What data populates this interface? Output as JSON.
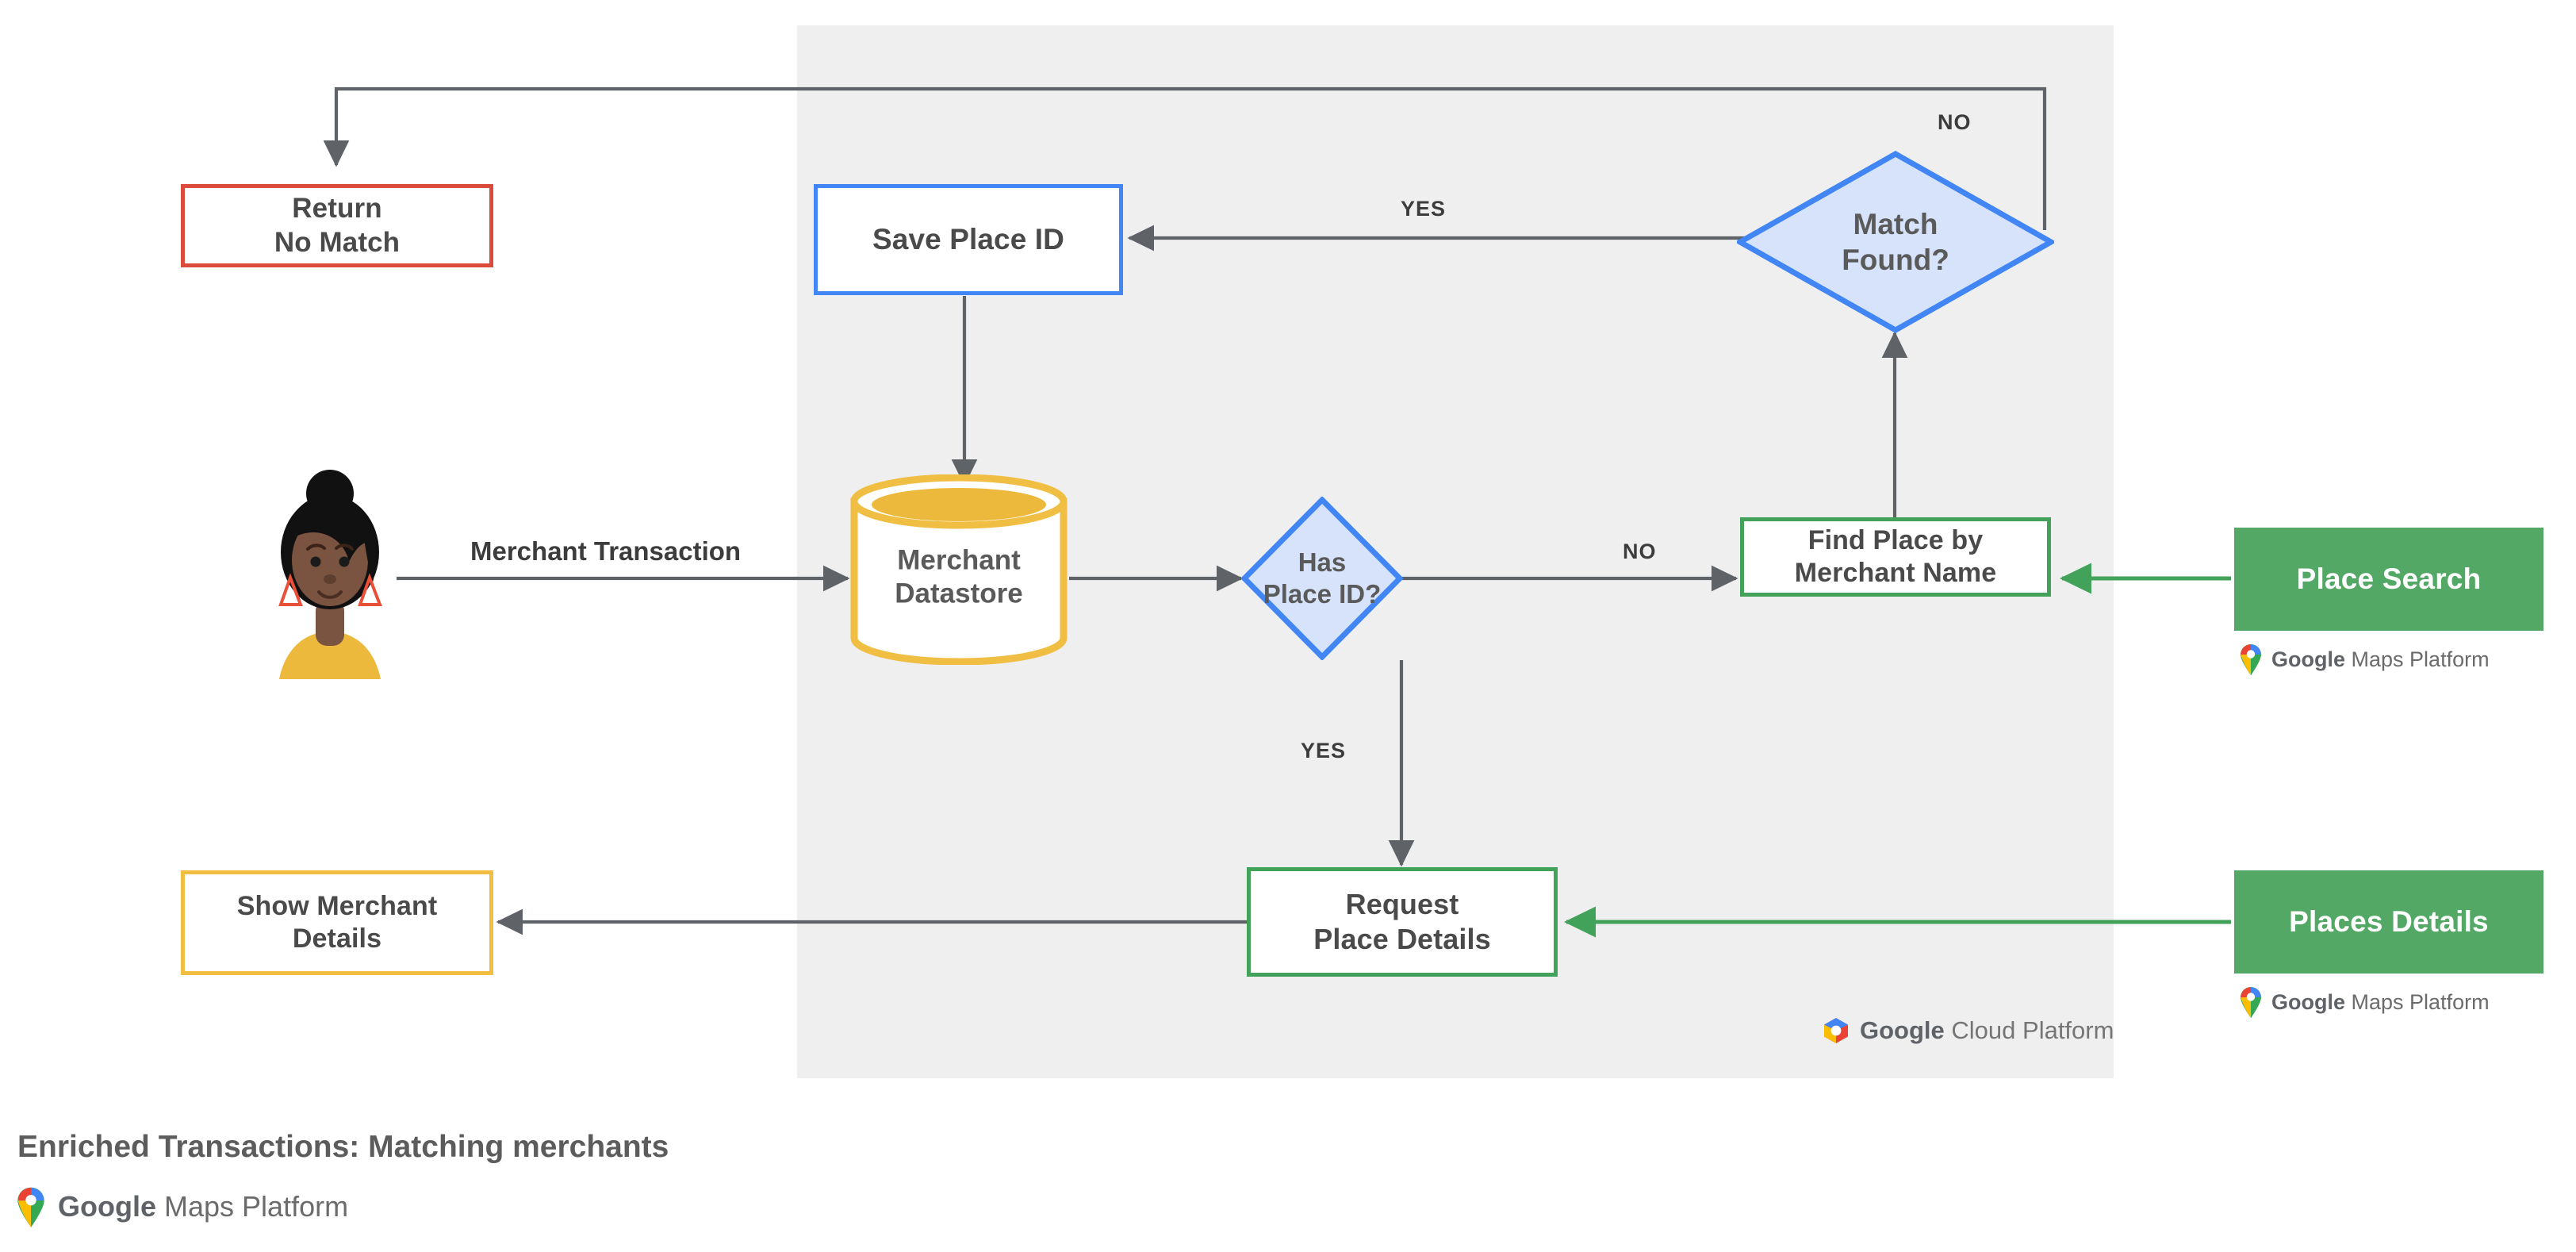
{
  "diagram": {
    "caption": "Enriched Transactions: Matching merchants",
    "panel_label": "Google Cloud Platform",
    "brand": {
      "google": "Google",
      "maps_platform": "Maps Platform",
      "cloud_platform": "Cloud Platform"
    },
    "colors": {
      "panel_bg": "#EFEFEF",
      "red": "#DB4B3C",
      "blue": "#4285F4",
      "blue_fill": "#D6E3FB",
      "green": "#42A25A",
      "green_btn": "#52A864",
      "yellow": "#F2BE42",
      "arrow": "#5f6368",
      "text": "#4a4a4a"
    },
    "nodes": [
      {
        "id": "return-no-match",
        "label": "Return\nNo Match",
        "line1": "Return",
        "line2": "No Match",
        "shape": "rect",
        "color": "red"
      },
      {
        "id": "save-place-id",
        "label": "Save Place ID",
        "line1": "Save Place ID",
        "line2": "",
        "shape": "rect",
        "color": "blue"
      },
      {
        "id": "match-found",
        "label": "Match\nFound?",
        "line1": "Match",
        "line2": "Found?",
        "shape": "diamond",
        "color": "blue"
      },
      {
        "id": "merchant-datastore",
        "label": "Merchant\nDatastore",
        "line1": "Merchant",
        "line2": "Datastore",
        "shape": "cylinder",
        "color": "yellow"
      },
      {
        "id": "has-place-id",
        "label": "Has\nPlace ID?",
        "line1": "Has",
        "line2": "Place ID?",
        "shape": "diamond",
        "color": "blue"
      },
      {
        "id": "find-place",
        "label": "Find Place by\nMerchant Name",
        "line1": "Find Place by",
        "line2": "Merchant Name",
        "shape": "rect",
        "color": "green"
      },
      {
        "id": "request-details",
        "label": "Request\nPlace Details",
        "line1": "Request",
        "line2": "Place Details",
        "shape": "rect",
        "color": "green"
      },
      {
        "id": "show-merchant",
        "label": "Show Merchant\nDetails",
        "line1": "Show Merchant",
        "line2": "Details",
        "shape": "rect",
        "color": "yellow"
      }
    ],
    "api_buttons": [
      {
        "id": "place-search",
        "label": "Place Search"
      },
      {
        "id": "places-details",
        "label": "Places Details"
      }
    ],
    "edge_labels": [
      {
        "id": "label-no-top",
        "text": "NO",
        "size": "small"
      },
      {
        "id": "label-yes-top",
        "text": "YES",
        "size": "small"
      },
      {
        "id": "label-txn",
        "text": "Merchant Transaction",
        "size": "big"
      },
      {
        "id": "label-no-mid",
        "text": "NO",
        "size": "small"
      },
      {
        "id": "label-yes-bottom",
        "text": "YES",
        "size": "small"
      }
    ],
    "actor": {
      "id": "merchant-user",
      "name": "user-avatar"
    }
  }
}
